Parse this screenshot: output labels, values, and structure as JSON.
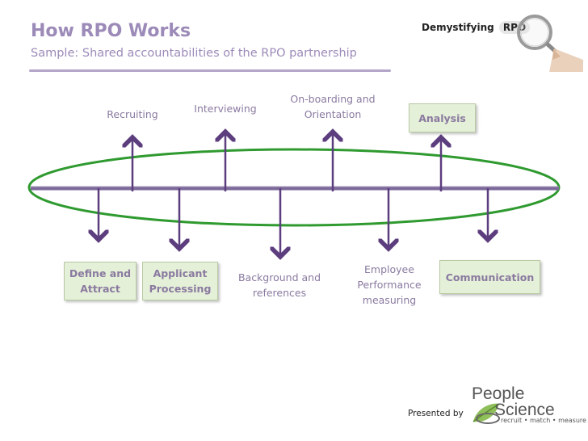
{
  "header": {
    "title": "How RPO Works",
    "subtitle": "Sample: Shared accountabilities of the RPO partnership",
    "badge_text": "Demystifying",
    "badge_highlight": "RPO"
  },
  "diagram": {
    "top_labels": {
      "recruiting": "Recruiting",
      "interviewing": "Interviewing",
      "onboarding": "On-boarding and Orientation",
      "analysis": "Analysis"
    },
    "bottom_labels": {
      "define_attract": "Define and Attract",
      "applicant_processing": "Applicant Processing",
      "background": "Background and references",
      "performance": "Employee Performance measuring",
      "communication": "Communication"
    },
    "colors": {
      "ellipse": "#2f9a2f",
      "arrow": "#5c3d7e",
      "timeline": "#7d6a9b",
      "box_fill": "#e5f0d8",
      "text": "#8a7aa0"
    }
  },
  "footer": {
    "presented_by": "Presented by",
    "logo_line1": "People",
    "logo_line2": "Science",
    "tagline": "recruit • match • measure"
  }
}
